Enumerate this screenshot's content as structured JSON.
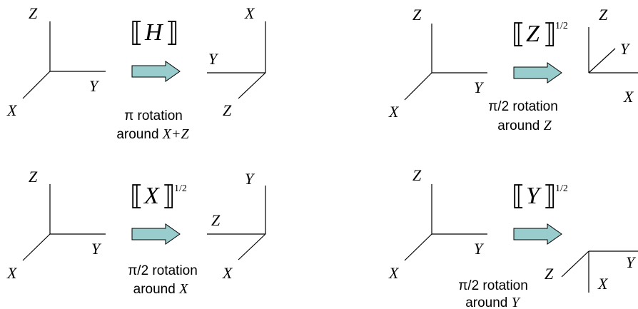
{
  "panels": [
    {
      "op": "H",
      "exponent": "",
      "left_axes": {
        "up": "Z",
        "right": "Y",
        "down": "X"
      },
      "right_axes": {
        "up": "X",
        "left": "Y",
        "down": "Z"
      },
      "caption_line1": "π rotation",
      "caption_line2_prefix": "around ",
      "caption_line2_axis": "X+Z"
    },
    {
      "op": "Z",
      "exponent": "1/2",
      "left_axes": {
        "up": "Z",
        "right": "Y",
        "down": "X"
      },
      "right_axes": {
        "up": "Z",
        "diag": "Y",
        "right": "X"
      },
      "caption_line1": "π/2 rotation",
      "caption_line2_prefix": "around ",
      "caption_line2_axis": "Z"
    },
    {
      "op": "X",
      "exponent": "1/2",
      "left_axes": {
        "up": "Z",
        "right": "Y",
        "down": "X"
      },
      "right_axes": {
        "up": "Y",
        "left": "Z",
        "down": "X"
      },
      "caption_line1": "π/2 rotation",
      "caption_line2_prefix": "around ",
      "caption_line2_axis": "X"
    },
    {
      "op": "Y",
      "exponent": "1/2",
      "left_axes": {
        "up": "Z",
        "right": "Y",
        "down": "X"
      },
      "right_axes": {
        "right": "Y",
        "diag": "Z",
        "down": "X"
      },
      "caption_line1": "π/2 rotation",
      "caption_line2_prefix": "around ",
      "caption_line2_axis": "Y"
    }
  ],
  "colors": {
    "arrow_fill": "#99cccc",
    "lines": "#000000"
  }
}
